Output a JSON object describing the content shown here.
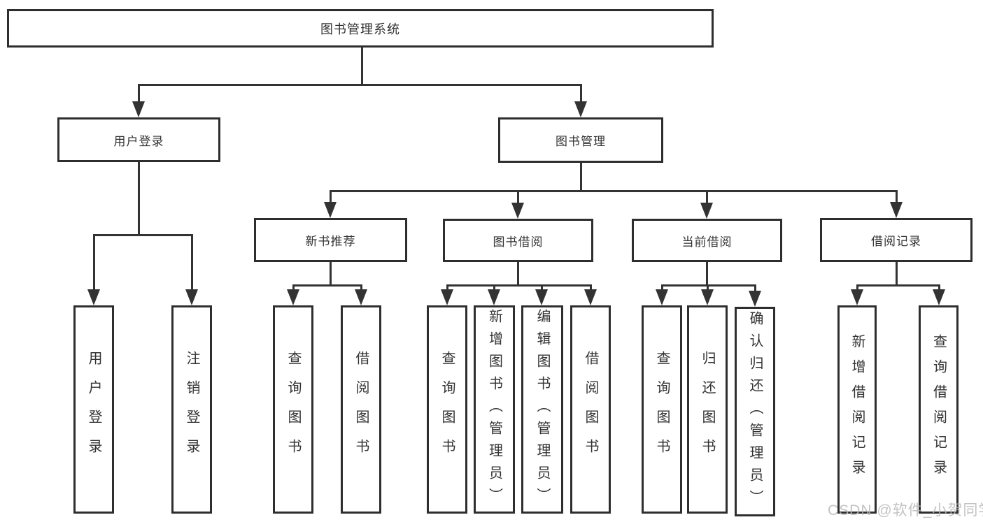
{
  "diagram": {
    "type": "tree",
    "title": "图书管理系统",
    "labels": {
      "root": "图书管理系统",
      "user_login": "用户登录",
      "book_mgmt": "图书管理",
      "new_book_rec": "新书推荐",
      "book_borrow": "图书借阅",
      "current_borrow": "当前借阅",
      "borrow_records": "借阅记录",
      "leaf_user_login": "用户登录",
      "leaf_logout": "注销登录",
      "nb_query_books": "查询图书",
      "nb_borrow_books": "借阅图书",
      "bb_query_books": "查询图书",
      "bb_add_books_admin": "新增图书（管理员）",
      "bb_edit_books_admin": "编辑图书（管理员）",
      "bb_borrow_books": "借阅图书",
      "cb_query_books": "查询图书",
      "cb_return_books": "归还图书",
      "cb_confirm_return_admin": "确认归还（管理员）",
      "br_add_record": "新增借阅记录",
      "br_query_record": "查询借阅记录"
    },
    "edges": [
      [
        "root",
        "user_login"
      ],
      [
        "root",
        "book_mgmt"
      ],
      [
        "user_login",
        "leaf_user_login"
      ],
      [
        "user_login",
        "leaf_logout"
      ],
      [
        "book_mgmt",
        "new_book_rec"
      ],
      [
        "book_mgmt",
        "book_borrow"
      ],
      [
        "book_mgmt",
        "current_borrow"
      ],
      [
        "book_mgmt",
        "borrow_records"
      ],
      [
        "new_book_rec",
        "nb_query_books"
      ],
      [
        "new_book_rec",
        "nb_borrow_books"
      ],
      [
        "book_borrow",
        "bb_query_books"
      ],
      [
        "book_borrow",
        "bb_add_books_admin"
      ],
      [
        "book_borrow",
        "bb_edit_books_admin"
      ],
      [
        "book_borrow",
        "bb_borrow_books"
      ],
      [
        "current_borrow",
        "cb_query_books"
      ],
      [
        "current_borrow",
        "cb_return_books"
      ],
      [
        "current_borrow",
        "cb_confirm_return_admin"
      ],
      [
        "borrow_records",
        "br_add_record"
      ],
      [
        "borrow_records",
        "br_query_record"
      ]
    ]
  },
  "watermark": {
    "text": "CSDN @软件_小贺同学"
  },
  "colors": {
    "background": "#ffffff",
    "box_bg": "#ffffff",
    "box_border": "#2e2e2e",
    "line": "#333333",
    "text": "#333333",
    "watermark": "#b9b9b9"
  }
}
